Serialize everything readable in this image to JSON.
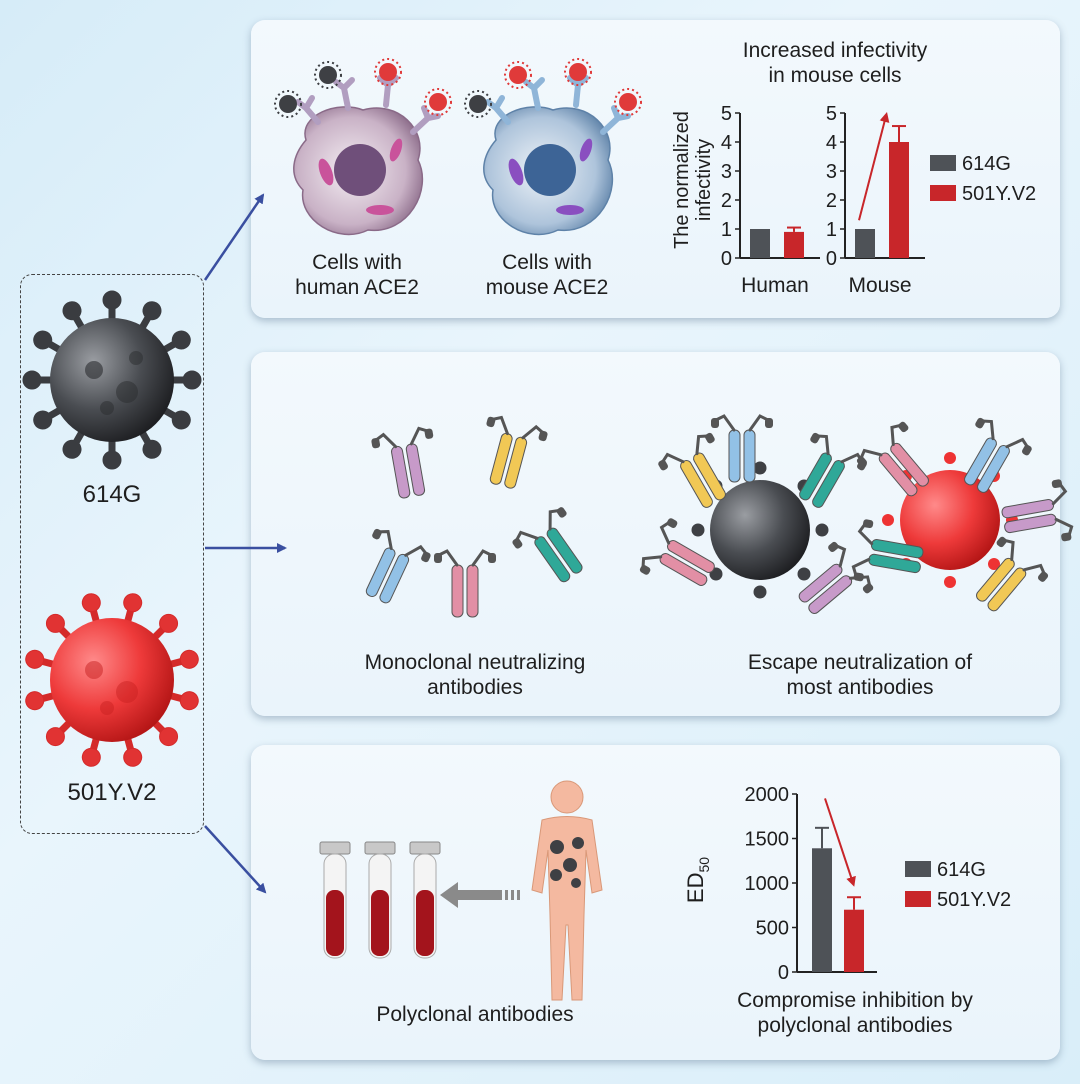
{
  "variants": {
    "g614": "614G",
    "v2": "501Y.V2"
  },
  "colors": {
    "g614": "#4e5257",
    "v2": "#c8262a",
    "arrow": "#3a4fa0"
  },
  "panel1": {
    "human_label": [
      "Cells with",
      "human ACE2"
    ],
    "mouse_label": [
      "Cells with",
      "mouse ACE2"
    ]
  },
  "panel2": {
    "mono_label": [
      "Monoclonal neutralizing",
      "antibodies"
    ],
    "escape_label": [
      "Escape neutralization of",
      "most antibodies"
    ]
  },
  "panel3": {
    "poly_label": "Polyclonal antibodies"
  },
  "chart_data": [
    {
      "type": "bar",
      "title": "Increased infectivity in mouse cells",
      "title_lines": [
        "Increased infectivity",
        "in mouse cells"
      ],
      "ylabel_lines": [
        "The normalized",
        "infectivity"
      ],
      "ylim": [
        0,
        5
      ],
      "yticks": [
        "0",
        "1",
        "2",
        "3",
        "4",
        "5"
      ],
      "groups": [
        {
          "name": "Human",
          "values": [
            1.0,
            0.9
          ],
          "errors": [
            0,
            0.15
          ]
        },
        {
          "name": "Mouse",
          "values": [
            1.0,
            4.0
          ],
          "errors": [
            0,
            0.55
          ]
        }
      ],
      "legend": [
        "614G",
        "501Y.V2"
      ],
      "legend_position": "right"
    },
    {
      "type": "bar",
      "ylabel": "ED",
      "ylabel_sub": "50",
      "ylim": [
        0,
        2000
      ],
      "yticks": [
        "0",
        "500",
        "1000",
        "1500",
        "2000"
      ],
      "values": [
        1390,
        700
      ],
      "errors": [
        230,
        140
      ],
      "legend": [
        "614G",
        "501Y.V2"
      ],
      "legend_position": "right",
      "xlabel_lines": [
        "Compromise inhibition by",
        "polyclonal antibodies"
      ]
    }
  ]
}
